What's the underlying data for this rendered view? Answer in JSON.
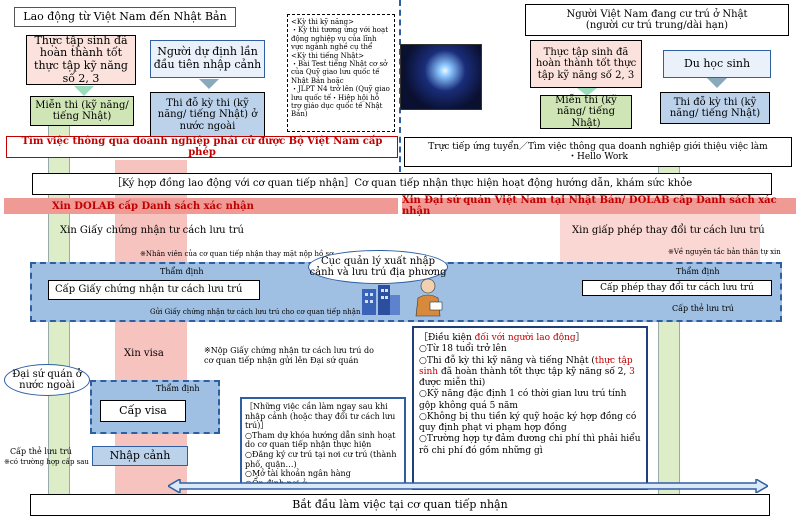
{
  "header": {
    "left_title": "Lao động từ Việt Nam đến Nhật Bản",
    "right_title": "Người Việt Nam đang cư trú ở Nhật",
    "right_subtitle": "(người cư trú trung/dài hạn)"
  },
  "exam_info": {
    "line1": "<Kỳ thi kỹ năng>",
    "line2": "・Kỳ thi tương ứng với hoạt động nghiệp vụ của lĩnh vực ngành nghề cụ thể",
    "line3": "<Kỳ thi tiếng Nhật>",
    "line4": "・Bài Test tiếng Nhật cơ sở của Quỹ giao lưu quốc tế Nhật Bản hoặc",
    "line5": "・JLPT N4 trở lên (Quỹ giao lưu quốc tế・Hiệp hội hỗ trợ giáo dục quốc tế Nhật Bản)"
  },
  "left_top": {
    "trainee": "Thực tập sinh đã hoàn thành tốt thực tập kỹ năng số 2, 3",
    "newcomer": "Người dự định lần đầu tiên nhập cảnh",
    "exempt": "Miễn thi (kỹ năng/ tiếng Nhật)",
    "pass_abroad": "Thi đỗ kỳ thi (kỹ năng/ tiếng Nhật) ở nước ngoài"
  },
  "right_top": {
    "trainee": "Thực tập sinh đã hoàn thành tốt thực tập kỹ năng số 2, 3",
    "student": "Du học sinh",
    "exempt": "Miễn thi (kỹ năng/ tiếng Nhật)",
    "pass": "Thi đỗ kỳ thi (kỹ năng/ tiếng Nhật)"
  },
  "job_search_left": "Tìm việc thông qua doanh nghiệp phái cử được Bộ Việt Nam cấp phép",
  "job_search_right_1": "Trực tiếp ứng tuyển／Tìm việc thông qua doanh nghiệp giới thiệu việc làm",
  "job_search_right_2": "・Hello Work",
  "contract": "［Ký hợp đồng lao động với cơ quan tiếp nhận］Cơ quan tiếp nhận thực hiện hoạt động hướng dẫn, khám sức khỏe",
  "dolab_left": "Xin DOLAB cấp Danh sách xác nhận",
  "dolab_right": "Xin Đại sứ quán Việt Nam tại Nhật Bản/ DOLAB cấp Danh sách xác nhận",
  "coe_apply": "Xin Giấy chứng nhận tư cách lưu trú",
  "change_apply": "Xin giấp phép thay đổi tư cách lưu trú",
  "note_agency": "※Nhân viên của cơ quan tiếp nhận thay mặt nộp hồ sơ",
  "note_principle": "※Về nguyên tắc bản thân tự xin",
  "immigration_bureau": "Cục quản lý xuất nhập cảnh và lưu trú địa phương",
  "review_left": "Thẩm định",
  "review_right": "Thẩm định",
  "coe_issue": "Cấp Giấy chứng nhận tư cách lưu trú",
  "change_issue": "Cấp phép thay đổi tư cách lưu trú",
  "send_coe": "Gửi Giấy chứng nhận tư cách lưu trú cho cơ quan tiếp nhận",
  "residence_card_right": "Cấp thẻ lưu trú",
  "visa_apply": "Xin visa",
  "visa_note": "※Nộp Giấy chứng nhận tư cách lưu trú do cơ quan tiếp nhận gửi lên Đại sứ quán",
  "embassy": "Đại sứ quán ở nước ngoài",
  "review_embassy": "Thẩm định",
  "visa_issue": "Cấp visa",
  "entry": "Nhập cảnh",
  "residence_card_left": "Cấp thẻ lưu trú",
  "residence_card_note": "※có trường hợp cấp sau",
  "todo": {
    "title": "［Những việc cần làm ngay sau khi nhập cảnh (hoặc thay đổi tư cách lưu trú)］",
    "i1": "○Tham dự khóa hướng dẫn sinh hoạt do cơ quan tiếp nhận thực hiện",
    "i2": "○Đăng ký cư trú tại nơi cư trú (thành phố, quận…)",
    "i3": "○Mở tài khoản ngân hàng",
    "i4": "○Ổn định nơi ở"
  },
  "conditions": {
    "title_a": "［Điều kiện ",
    "title_b": "đối với người lao động",
    "title_c": "］",
    "c1": "○Từ 18 tuổi trở lên",
    "c2a": "○Thi đỗ kỳ thi kỹ năng và tiếng Nhật (",
    "c2b": "thực tập sinh",
    "c2c": " đã hoàn thành tốt thực tập kỹ năng số 2, ",
    "c2d": "3",
    "c2e": " được miễn thi)",
    "c3": "○Kỹ năng đặc định 1 có thời gian lưu trú tính gộp không quá 5 năm",
    "c4": "○Không bị thu tiền ký quỹ hoặc ký hợp đồng có quy định phạt vi phạm hợp đồng",
    "c5": "○Trường hợp tự đảm đương chi phí thì phải hiểu rõ chi phí đó gồm những gì"
  },
  "start_work": "Bắt đầu làm việc tại cơ quan tiếp nhận",
  "colors": {
    "pink": "#fbd7d3",
    "band": "#ef9a95",
    "green": "#cfe5b5",
    "blue": "#bcd2ea",
    "navy": "#1f3f7a",
    "red": "#c00000"
  }
}
